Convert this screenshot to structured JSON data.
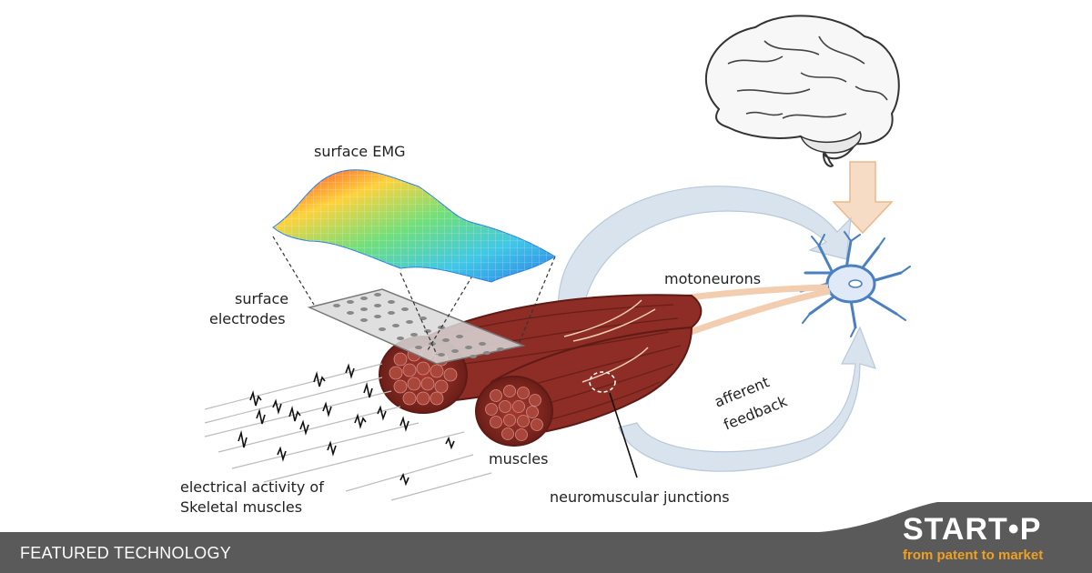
{
  "labels": {
    "surface_emg": "surface EMG",
    "surface_electrodes_1": "surface",
    "surface_electrodes_2": "electrodes",
    "motoneurons": "motoneurons",
    "afferent_1": "afferent",
    "afferent_2": "feedback",
    "muscles": "muscles",
    "neuromuscular": "neuromuscular junctions",
    "electrical_1": "electrical activity of",
    "electrical_2": "Skeletal muscles"
  },
  "footer": {
    "featured": "FEATURED TECHNOLOGY",
    "brand": "START•P",
    "tagline": "from patent to market"
  },
  "colors": {
    "muscle": "#8e2d25",
    "muscle_dark": "#5e1a15",
    "arrow_blue": "#d8e3ee",
    "arrow_orange": "#f6dcc4",
    "footer": "#5a5a5a",
    "brand_accent": "#f0a020"
  }
}
